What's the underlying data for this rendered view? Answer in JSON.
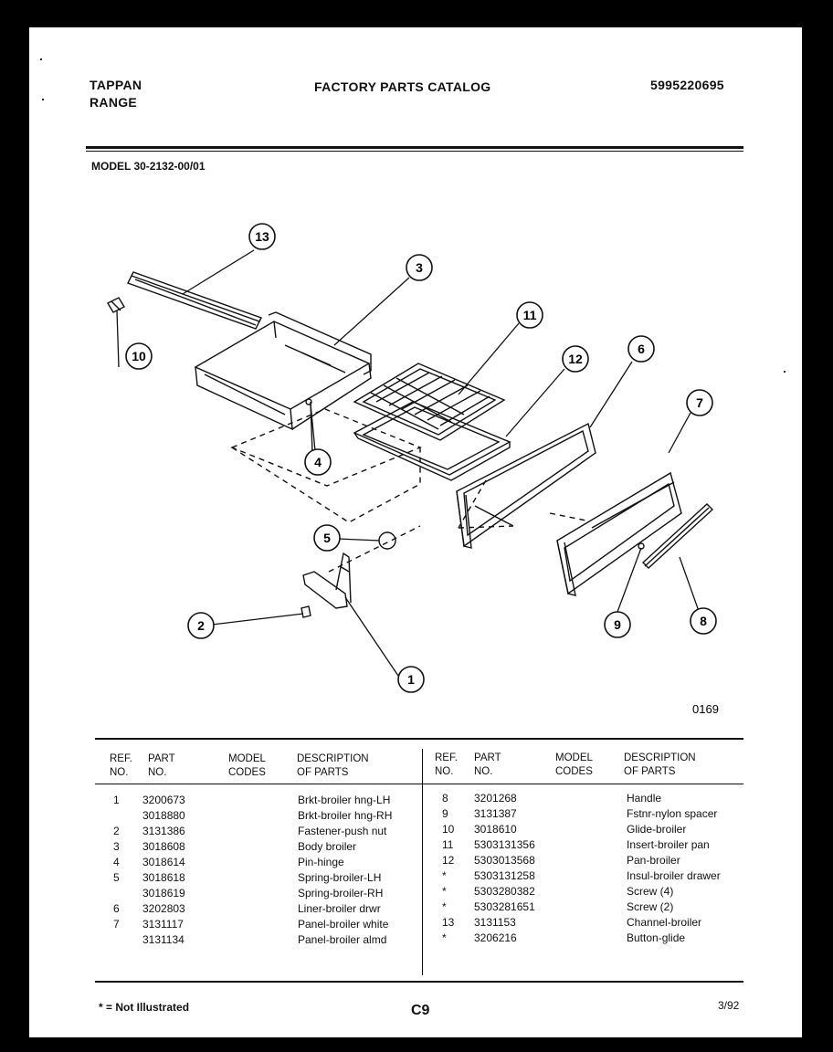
{
  "header": {
    "brand_line1": "TAPPAN",
    "brand_line2": "RANGE",
    "title": "FACTORY PARTS CATALOG",
    "catalog_number": "5995220695",
    "model": "MODEL 30-2132-00/01"
  },
  "diagram": {
    "code": "0169",
    "callouts": [
      "13",
      "10",
      "3",
      "11",
      "12",
      "6",
      "7",
      "4",
      "5",
      "2",
      "1",
      "9",
      "8"
    ]
  },
  "table": {
    "columns": {
      "ref_line1": "REF.",
      "ref_line2": "NO.",
      "part_line1": "PART",
      "part_line2": "NO.",
      "model_line1": "MODEL",
      "model_line2": "CODES",
      "desc_line1": "DESCRIPTION",
      "desc_line2": "OF PARTS"
    },
    "left_rows": [
      {
        "ref": "1",
        "part": "3200673",
        "desc": "Brkt-broiler hng-LH"
      },
      {
        "ref": "",
        "part": "3018880",
        "desc": "Brkt-broiler hng-RH"
      },
      {
        "ref": "2",
        "part": "3131386",
        "desc": "Fastener-push nut"
      },
      {
        "ref": "3",
        "part": "3018608",
        "desc": "Body broiler"
      },
      {
        "ref": "4",
        "part": "3018614",
        "desc": "Pin-hinge"
      },
      {
        "ref": "5",
        "part": "3018618",
        "desc": "Spring-broiler-LH"
      },
      {
        "ref": "",
        "part": "3018619",
        "desc": "Spring-broiler-RH"
      },
      {
        "ref": "6",
        "part": "3202803",
        "desc": "Liner-broiler drwr"
      },
      {
        "ref": "7",
        "part": "3131117",
        "desc": "Panel-broiler white"
      },
      {
        "ref": "",
        "part": "3131134",
        "desc": "Panel-broiler almd"
      }
    ],
    "right_rows": [
      {
        "ref": "8",
        "part": "3201268",
        "desc": "Handle"
      },
      {
        "ref": "9",
        "part": "3131387",
        "desc": "Fstnr-nylon spacer"
      },
      {
        "ref": "10",
        "part": "3018610",
        "desc": "Glide-broiler"
      },
      {
        "ref": "11",
        "part": "5303131356",
        "desc": "Insert-broiler pan"
      },
      {
        "ref": "12",
        "part": "5303013568",
        "desc": "Pan-broiler"
      },
      {
        "ref": "*",
        "part": "5303131258",
        "desc": "Insul-broiler drawer"
      },
      {
        "ref": "*",
        "part": "5303280382",
        "desc": "Screw (4)"
      },
      {
        "ref": "*",
        "part": "5303281651",
        "desc": "Screw (2)"
      },
      {
        "ref": "13",
        "part": "3131153",
        "desc": "Channel-broiler"
      },
      {
        "ref": "*",
        "part": "3206216",
        "desc": "Button-glide"
      }
    ]
  },
  "footer": {
    "note": "* = Not Illustrated",
    "page_code": "C9",
    "date": "3/92"
  }
}
